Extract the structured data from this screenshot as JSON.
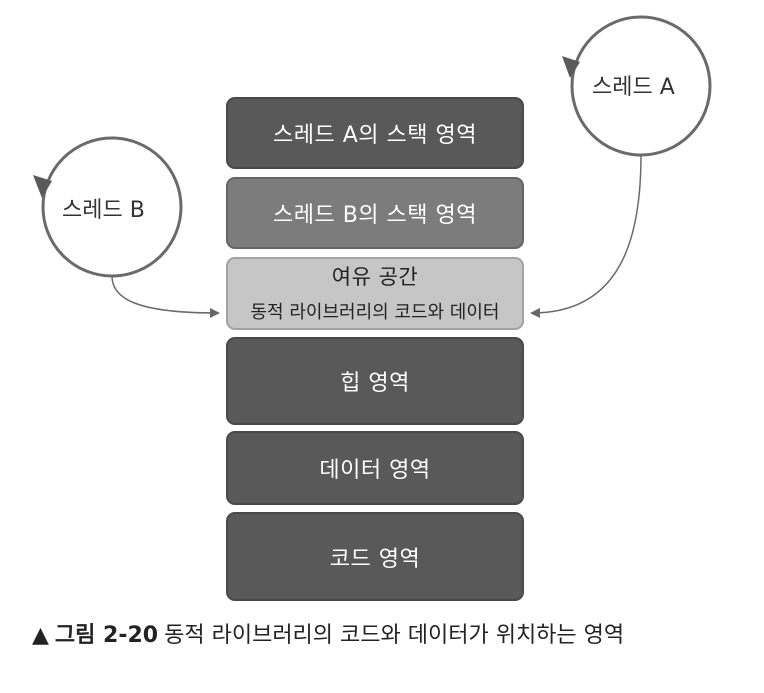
{
  "threads": {
    "a": {
      "label": "스레드 A"
    },
    "b": {
      "label": "스레드 B"
    }
  },
  "memory_blocks": {
    "stack_a": "스레드 A의 스택 영역",
    "stack_b": "스레드 B의 스택 영역",
    "free_space": {
      "title": "여유 공간",
      "subtitle": "동적 라이브러리의 코드와 데이터"
    },
    "heap": "힙 영역",
    "data": "데이터 영역",
    "code": "코드 영역"
  },
  "caption": {
    "marker": "▲",
    "number": "그림 2-20",
    "text": "동적 라이브러리의 코드와 데이터가 위치하는 영역"
  },
  "colors": {
    "dark_block": "#595959",
    "mid_block": "#7c7c7c",
    "light_block": "#c6c6c6",
    "line": "#666666"
  }
}
